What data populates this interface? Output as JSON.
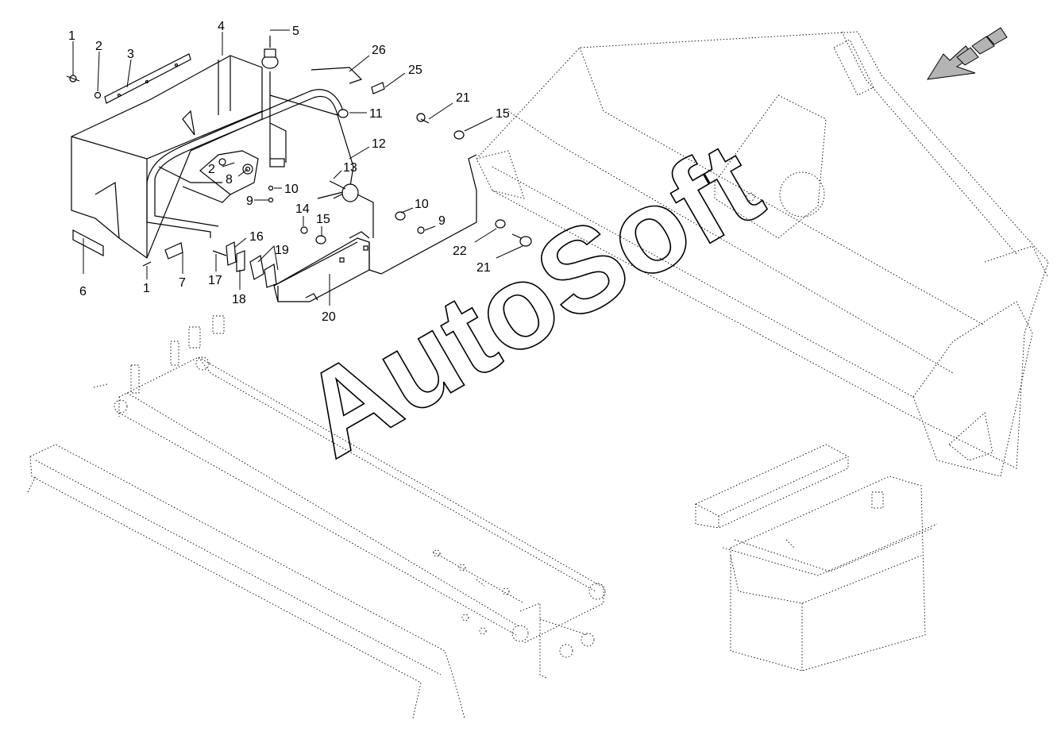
{
  "watermark": "AutoSoft",
  "callouts": [
    {
      "n": "1"
    },
    {
      "n": "2"
    },
    {
      "n": "3"
    },
    {
      "n": "4"
    },
    {
      "n": "5"
    },
    {
      "n": "26"
    },
    {
      "n": "25"
    },
    {
      "n": "11"
    },
    {
      "n": "21"
    },
    {
      "n": "15"
    },
    {
      "n": "12"
    },
    {
      "n": "2"
    },
    {
      "n": "8"
    },
    {
      "n": "13"
    },
    {
      "n": "10"
    },
    {
      "n": "9"
    },
    {
      "n": "10"
    },
    {
      "n": "9"
    },
    {
      "n": "14"
    },
    {
      "n": "15"
    },
    {
      "n": "16"
    },
    {
      "n": "19"
    },
    {
      "n": "6"
    },
    {
      "n": "1"
    },
    {
      "n": "7"
    },
    {
      "n": "17"
    },
    {
      "n": "18"
    },
    {
      "n": "20"
    },
    {
      "n": "22"
    },
    {
      "n": "21"
    }
  ],
  "icons": {
    "direction": "direction-arrow-icon"
  }
}
